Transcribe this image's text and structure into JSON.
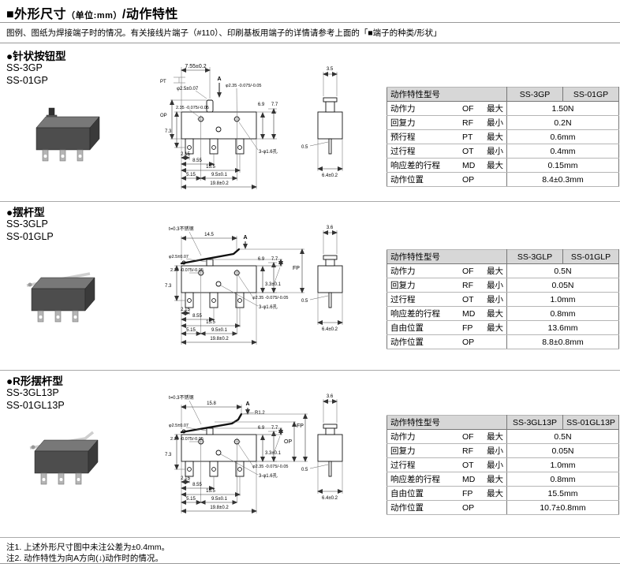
{
  "page": {
    "title": "■外形尺寸",
    "title_unit": "（单位:mm）",
    "title_rest": "/动作特性",
    "intro": "图例、图纸为焊接端子时的情况。有关接线片端子（#110）、印刷基板用端子的详情请参考上面的「■端子的种类/形状」",
    "notes": [
      "注1. 上述外形尺寸图中未注公差为±0.4mm。",
      "注2. 动作特性为向A方向(↓)动作时的情况。"
    ]
  },
  "sections": [
    {
      "heading": "●针状按钮型",
      "models": [
        "SS-3GP",
        "SS-01GP"
      ],
      "table": {
        "col_label": "动作特性",
        "col_model": "型号",
        "model_cols": [
          "SS-3GP",
          "SS-01GP"
        ],
        "rows": [
          {
            "name": "动作力",
            "code": "OF",
            "limit": "最大",
            "value": "1.50N"
          },
          {
            "name": "回复力",
            "code": "RF",
            "limit": "最小",
            "value": "0.2N"
          },
          {
            "name": "预行程",
            "code": "PT",
            "limit": "最大",
            "value": "0.6mm"
          },
          {
            "name": "过行程",
            "code": "OT",
            "limit": "最小",
            "value": "0.4mm"
          },
          {
            "name": "响应差的行程",
            "code": "MD",
            "limit": "最大",
            "value": "0.15mm"
          },
          {
            "name": "动作位置",
            "code": "OP",
            "limit": "",
            "value": "8.4±0.3mm"
          }
        ]
      },
      "dims": {
        "w_top": "7.55±0.2",
        "pt": "PT",
        "plunger_dia": "φ2.5±0.07",
        "dir": "A",
        "hole_dia_top": "φ2.35 -0.075/-0.05",
        "op": "OP",
        "hole_left": "2.35 -0.075/-0.05",
        "h1": "6.9",
        "h2": "7.7",
        "h3": "7.3",
        "b1": "2.15",
        "b2": "8.55",
        "b3": "15.5",
        "b4": "5.15",
        "b5": "9.5±0.1",
        "b6": "19.8±0.2",
        "holes": "3-φ1.6孔",
        "sv_top": "3.5",
        "sv_t": "0.5",
        "sv_w": "6.4±0.2"
      }
    },
    {
      "heading": "●摆杆型",
      "models": [
        "SS-3GLP",
        "SS-01GLP"
      ],
      "table": {
        "col_label": "动作特性",
        "col_model": "型号",
        "model_cols": [
          "SS-3GLP",
          "SS-01GLP"
        ],
        "rows": [
          {
            "name": "动作力",
            "code": "OF",
            "limit": "最大",
            "value": "0.5N"
          },
          {
            "name": "回复力",
            "code": "RF",
            "limit": "最小",
            "value": "0.05N"
          },
          {
            "name": "过行程",
            "code": "OT",
            "limit": "最小",
            "value": "1.0mm"
          },
          {
            "name": "响应差的行程",
            "code": "MD",
            "limit": "最大",
            "value": "0.8mm"
          },
          {
            "name": "自由位置",
            "code": "FP",
            "limit": "最大",
            "value": "13.6mm"
          },
          {
            "name": "动作位置",
            "code": "OP",
            "limit": "",
            "value": "8.8±0.8mm"
          }
        ]
      },
      "dims": {
        "lever_mat": "t=0.3不锈钢",
        "lever_len": "14.5",
        "dir": "A",
        "plunger_dia": "φ2.5±0.07",
        "fp": "FP",
        "hole_left": "2.35 -0.075/-0.05",
        "h1": "6.9",
        "h2": "7.7",
        "h3": "7.3",
        "pin_h": "3.3±0.1",
        "hole_dia": "φ2.35 -0.075/-0.05",
        "b1": "2.15",
        "b2": "8.55",
        "b3": "15.5",
        "b4": "5.15",
        "b5": "9.5±0.1",
        "b6": "19.8±0.2",
        "holes": "3-φ1.6孔",
        "sv_top": "3.6",
        "sv_t": "0.5",
        "sv_w": "6.4±0.2"
      }
    },
    {
      "heading": "●R形摆杆型",
      "models": [
        "SS-3GL13P",
        "SS-01GL13P"
      ],
      "table": {
        "col_label": "动作特性",
        "col_model": "型号",
        "model_cols": [
          "SS-3GL13P",
          "SS-01GL13P"
        ],
        "rows": [
          {
            "name": "动作力",
            "code": "OF",
            "limit": "最大",
            "value": "0.5N"
          },
          {
            "name": "回复力",
            "code": "RF",
            "limit": "最小",
            "value": "0.05N"
          },
          {
            "name": "过行程",
            "code": "OT",
            "limit": "最小",
            "value": "1.0mm"
          },
          {
            "name": "响应差的行程",
            "code": "MD",
            "limit": "最大",
            "value": "0.8mm"
          },
          {
            "name": "自由位置",
            "code": "FP",
            "limit": "最大",
            "value": "15.5mm"
          },
          {
            "name": "动作位置",
            "code": "OP",
            "limit": "",
            "value": "10.7±0.8mm"
          }
        ]
      },
      "dims": {
        "lever_mat": "t=0.3不锈钢",
        "lever_len": "15.8",
        "r": "R1.2",
        "dir": "A",
        "plunger_dia": "φ2.5±0.07",
        "op": "OP",
        "fp": "FP",
        "hole_left": "2.35 -0.075/-0.05",
        "h1": "6.9",
        "h2": "7.7",
        "h3": "7.3",
        "pin_h": "3.3±0.1",
        "hole_dia": "φ2.35 -0.075/-0.05",
        "b1": "2.15",
        "b2": "8.55",
        "b3": "15.5",
        "b4": "5.15",
        "b5": "9.5±0.1",
        "b6": "19.8±0.2",
        "holes": "3-φ1.6孔",
        "sv_top": "3.6",
        "sv_t": "0.5",
        "sv_w": "6.4±0.2"
      }
    }
  ]
}
